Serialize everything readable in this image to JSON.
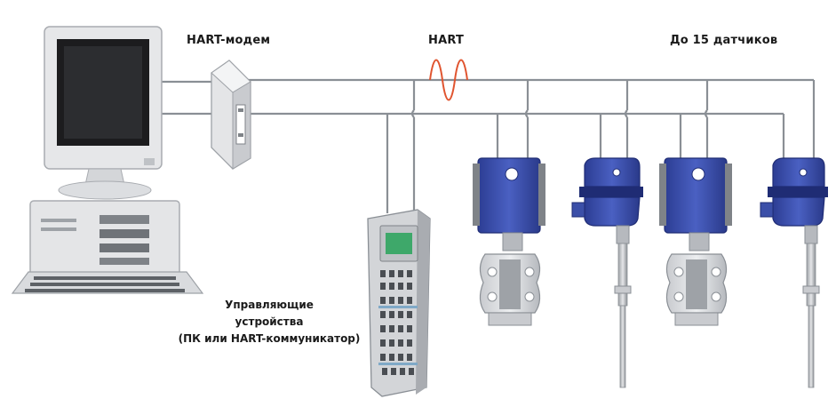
{
  "labels": {
    "modem": "HART-модем",
    "hart": "HART",
    "sensors": "До 15 датчиков",
    "caption_line1": "Управляющие",
    "caption_line2": "устройства",
    "caption_line3": "(ПК или HART-коммуникатор)"
  },
  "colors": {
    "line": "#8a8f95",
    "device_blue": "#3b4fa8",
    "device_dark": "#1f2c74",
    "computer_light": "#e6e7e9",
    "screen": "#1c1c1e",
    "signal": "#e0542f",
    "lcd": "#3ea86a"
  },
  "icons": [
    "computer-icon",
    "hart-modem-icon",
    "hart-communicator-icon",
    "pressure-transmitter-icon",
    "temperature-transmitter-icon",
    "signal-wave-icon"
  ]
}
